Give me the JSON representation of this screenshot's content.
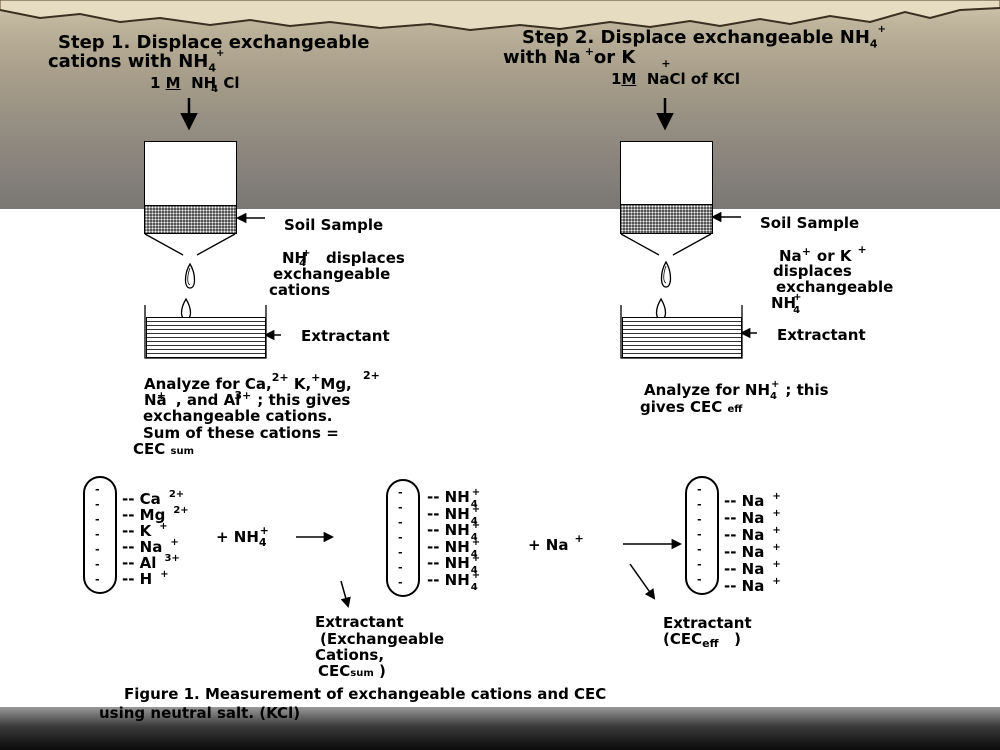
{
  "step1": {
    "title_line1": "Step 1. Displace exchangeable",
    "title_line2": "cations with NH",
    "title_sub": "4",
    "title_sup": "+",
    "reagent_num": "1",
    "reagent_unit": "M",
    "reagent_nh": "NH",
    "reagent_sub": "4",
    "reagent_cl": "Cl",
    "soil_label": "Soil Sample",
    "displace_nh": "NH",
    "displace_sub": "4",
    "displace_sup": "+",
    "displace_line1": "displaces",
    "displace_line2": "exchangeable",
    "displace_line3": "cations",
    "extractant_label": "Extractant",
    "analyze_line1_a": "Analyze for  Ca,",
    "analyze_sup_ca": "2+",
    "analyze_k": "K,",
    "analyze_sup_k": "+",
    "analyze_mg": "Mg,",
    "analyze_sup_mg": "2+",
    "analyze_line2_na": "Na",
    "analyze_sup_na": "+",
    "analyze_line2_b": ",  and Al",
    "analyze_sup_al": "3+",
    "analyze_line2_c": "; this gives",
    "analyze_line3": "exchangeable cations.",
    "analyze_line4": "Sum of these cations =",
    "analyze_line5": "CEC",
    "analyze_line5_sub": "sum"
  },
  "step2": {
    "title_line1": "Step 2. Displace exchangeable NH",
    "title_sub": "4",
    "title_sup": "+",
    "title_line2_a": "with Na",
    "title_line2_sup": "+",
    "title_line2_b": "or K",
    "title_line2_sup2": "+",
    "reagent_num": "1",
    "reagent_unit": "M",
    "reagent_rest": "NaCl of KCl",
    "soil_label": "Soil Sample",
    "displace_na": "Na",
    "displace_sup_na": "+",
    "displace_or_k": "or K",
    "displace_sup_k": "+",
    "displace_line2": "displaces",
    "displace_line3": "exchangeable",
    "displace_line4_nh": "NH",
    "displace_line4_sub": "4",
    "displace_line4_sup": "+",
    "extractant_label": "Extractant",
    "analyze_line1": "Analyze for NH",
    "analyze_sub": "4",
    "analyze_sup": "+",
    "analyze_line1_b": "; this",
    "analyze_line2": "gives CEC",
    "analyze_line2_sub": "eff"
  },
  "bottom": {
    "colloid1_ions": [
      {
        "ion": "-- Ca",
        "sup": "2+"
      },
      {
        "ion": "-- Mg",
        "sup": "2+"
      },
      {
        "ion": "-- K",
        "sup": "+"
      },
      {
        "ion": "-- Na",
        "sup": "+"
      },
      {
        "ion": "-- Al",
        "sup": "3+"
      },
      {
        "ion": "-- H",
        "sup": "+"
      }
    ],
    "plus_nh": "+ NH",
    "plus_nh_sub": "4",
    "plus_nh_sup": "+",
    "colloid2_ions": [
      {
        "ion": "-- NH",
        "sub": "4",
        "sup": "+"
      },
      {
        "ion": "-- NH",
        "sub": "4",
        "sup": "+"
      },
      {
        "ion": "-- NH",
        "sub": "4",
        "sup": "+"
      },
      {
        "ion": "-- NH",
        "sub": "4",
        "sup": "+"
      },
      {
        "ion": "-- NH",
        "sub": "4",
        "sup": "+"
      },
      {
        "ion": "-- NH",
        "sub": "4",
        "sup": "+"
      }
    ],
    "plus_na": "+ Na",
    "plus_na_sup": "+",
    "colloid3_ions": [
      {
        "ion": "-- Na",
        "sup": "+"
      },
      {
        "ion": "-- Na",
        "sup": "+"
      },
      {
        "ion": "-- Na",
        "sup": "+"
      },
      {
        "ion": "-- Na",
        "sup": "+"
      },
      {
        "ion": "-- Na",
        "sup": "+"
      },
      {
        "ion": "-- Na",
        "sup": "+"
      }
    ],
    "minus_sign": "-",
    "extractant1_line1": "Extractant",
    "extractant1_line2": "(Exchangeable",
    "extractant1_line3": "Cations,",
    "extractant1_line4": "CEC",
    "extractant1_line4_sub": "sum",
    "extractant1_line4_end": ")",
    "extractant2_line1": "Extractant",
    "extractant2_line2": "(CEC",
    "extractant2_line2_sub": "eff",
    "extractant2_line2_end": ")"
  },
  "caption": {
    "line1": "Figure 1. Measurement of exchangeable cations and CEC",
    "line2": "using neutral salt. (KCl)"
  }
}
